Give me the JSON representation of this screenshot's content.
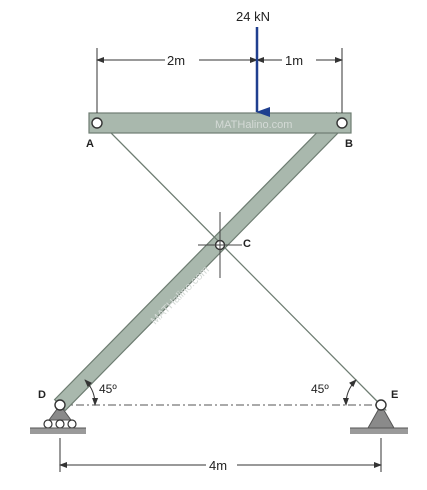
{
  "load": {
    "label": "24 kN",
    "color": "#1f3f8f"
  },
  "dimensions": {
    "top_left": "2m",
    "top_right": "1m",
    "bottom": "4m"
  },
  "points": {
    "a": "A",
    "b": "B",
    "c": "C",
    "d": "D",
    "e": "E"
  },
  "angles": {
    "left": "45º",
    "right": "45º"
  },
  "watermarks": {
    "horizontal": "MATHalino.com",
    "diagonal": "MATHalino.com"
  },
  "colors": {
    "member_fill": "#a9b8ad",
    "member_stroke": "#6e7d72",
    "support": "#8a8a8a",
    "line": "#333333"
  }
}
